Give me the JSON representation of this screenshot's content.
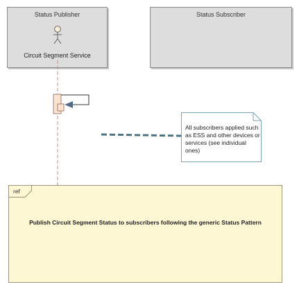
{
  "diagram": {
    "publisher": {
      "title": "Status Publisher",
      "actor_label": "Circuit Segment Service"
    },
    "subscriber": {
      "title": "Status Subscriber"
    },
    "note": {
      "text": "All subscribers applied such as ESS and other devices or services (see individual ones)"
    },
    "ref": {
      "tag": "ref",
      "text": "Publish Circuit Segment Status to subscribers following the generic Status Pattern"
    }
  }
}
